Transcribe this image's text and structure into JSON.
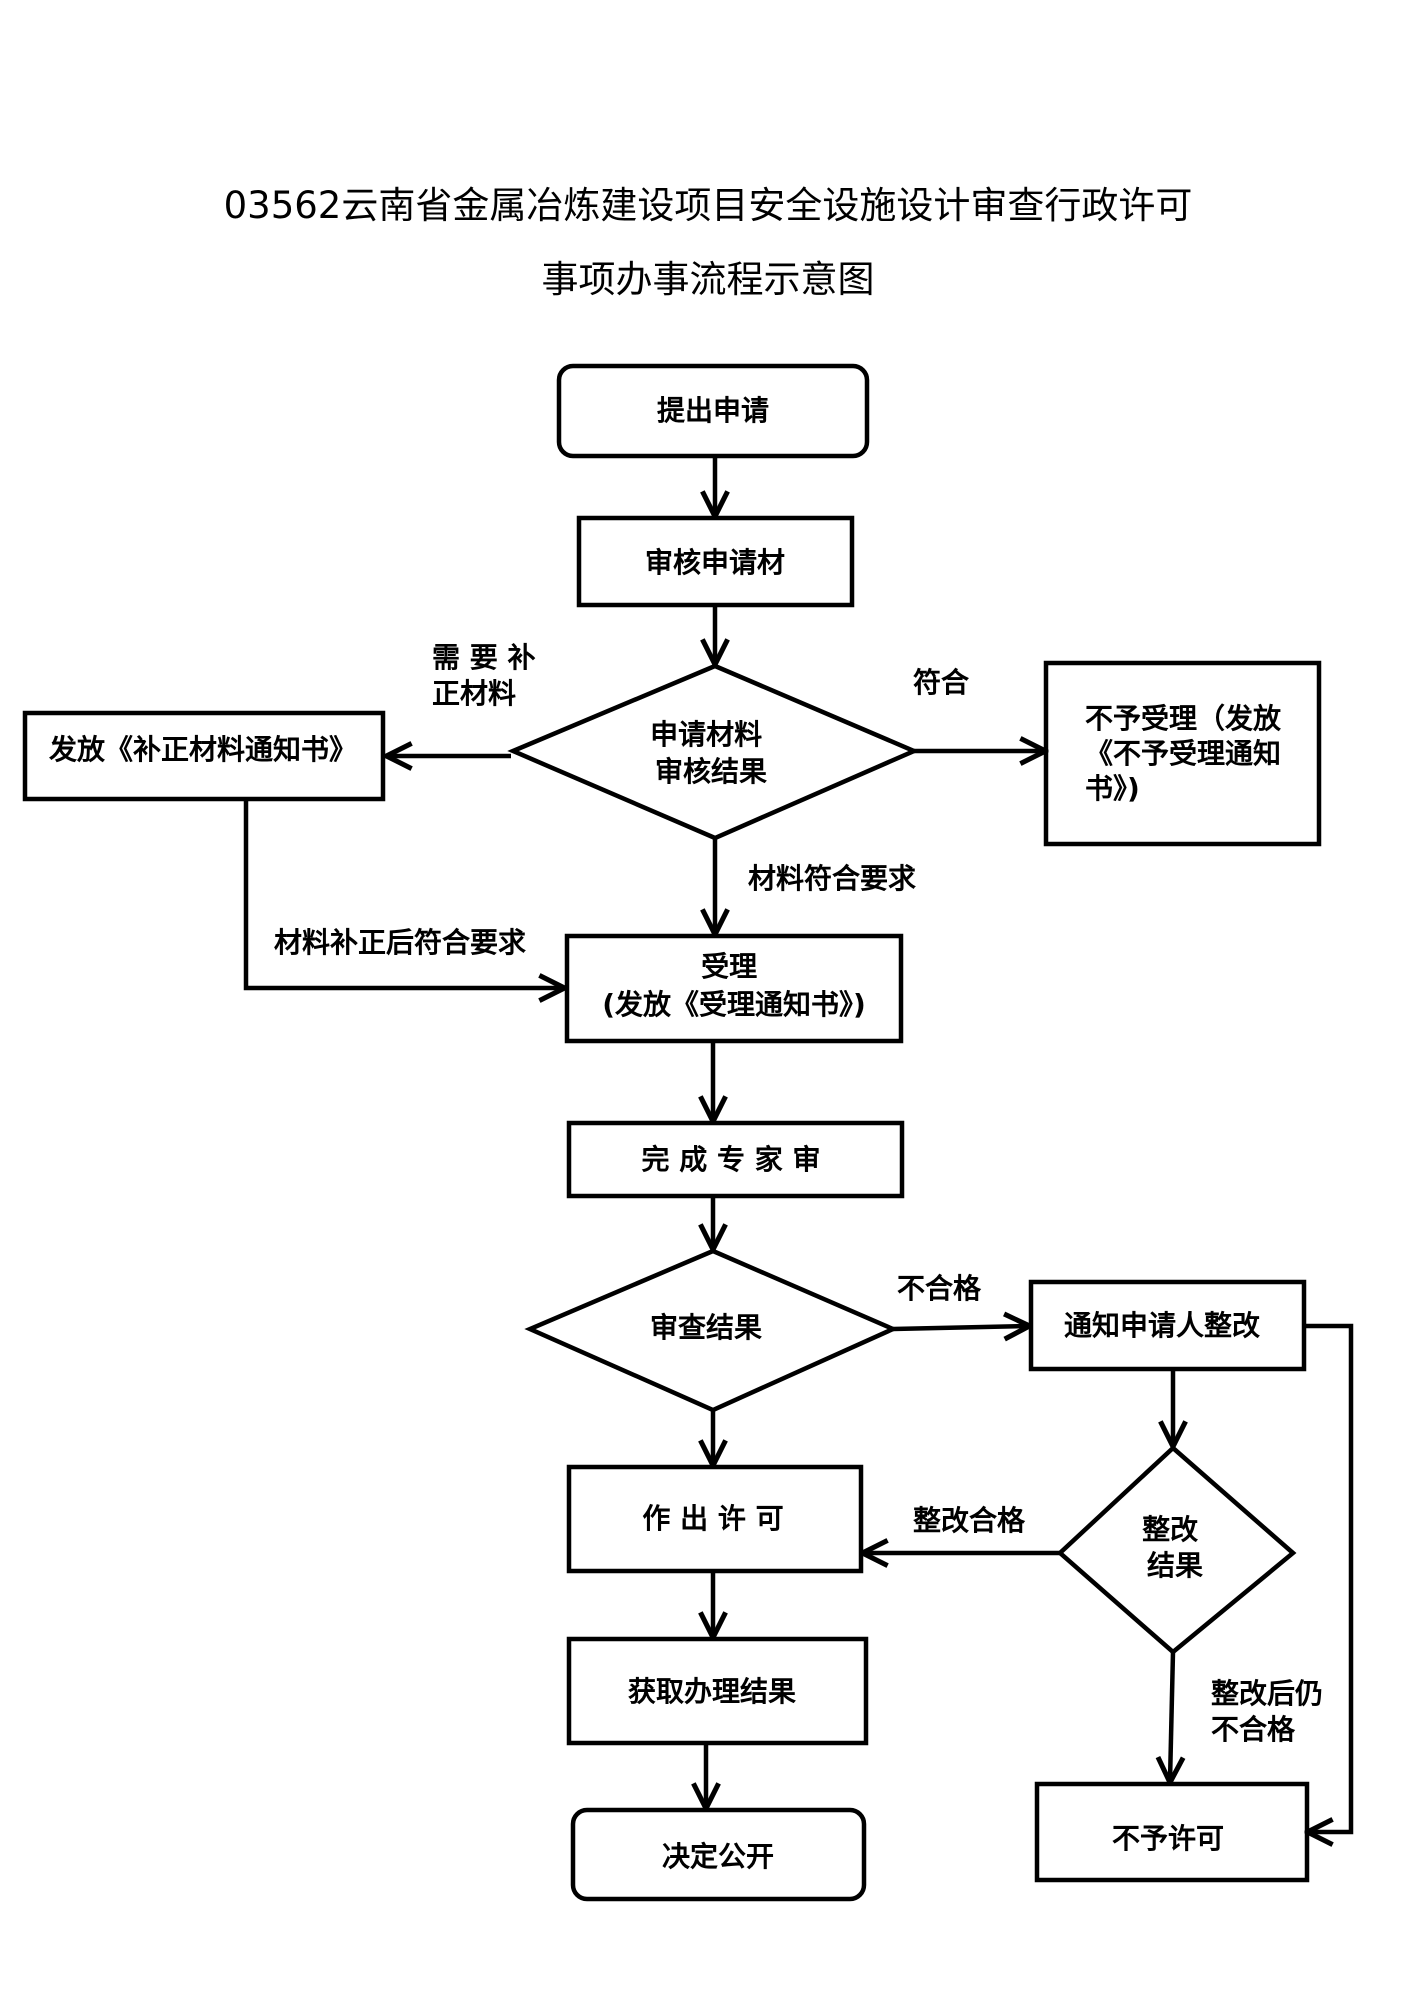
{
  "title": {
    "line1": "03562云南省金属冶炼建设项目安全设施设计审查行政许可",
    "line2": "事项办事流程示意图"
  },
  "nodes": {
    "submit": {
      "lines": [
        "提出申请"
      ]
    },
    "review_materials": {
      "lines": [
        "审核申请材"
      ]
    },
    "material_result": {
      "lines": [
        "申请材料",
        "审核结果"
      ]
    },
    "correction_notice": {
      "lines": [
        "发放《补正材料通知书》"
      ]
    },
    "reject_accept": {
      "lines": [
        "不予受理（发放",
        "《不予受理通知",
        "书》)"
      ]
    },
    "accept": {
      "lines": [
        "受理",
        "(发放《受理通知书》)"
      ]
    },
    "expert_review": {
      "lines": [
        "完 成 专 家 审"
      ]
    },
    "review_result": {
      "lines": [
        "审查结果"
      ]
    },
    "notify_rectify": {
      "lines": [
        "通知申请人整改"
      ]
    },
    "grant_permit": {
      "lines": [
        "作 出 许 可"
      ]
    },
    "rectify_result": {
      "lines": [
        "整改",
        "结果"
      ]
    },
    "obtain_result": {
      "lines": [
        "获取办理结果"
      ]
    },
    "deny_permit": {
      "lines": [
        "不予许可"
      ]
    },
    "publish": {
      "lines": [
        "决定公开"
      ]
    }
  },
  "edge_labels": {
    "need_correction": [
      "需 要 补",
      "正材料"
    ],
    "conforms": [
      "符合"
    ],
    "materials_meet": [
      "材料符合要求"
    ],
    "corrected_meet": [
      "材料补正后符合要求"
    ],
    "not_qualified": [
      "不合格"
    ],
    "rectify_qualified": [
      "整改合格"
    ],
    "still_not_qualified": [
      "整改后仍",
      "不合格"
    ]
  }
}
